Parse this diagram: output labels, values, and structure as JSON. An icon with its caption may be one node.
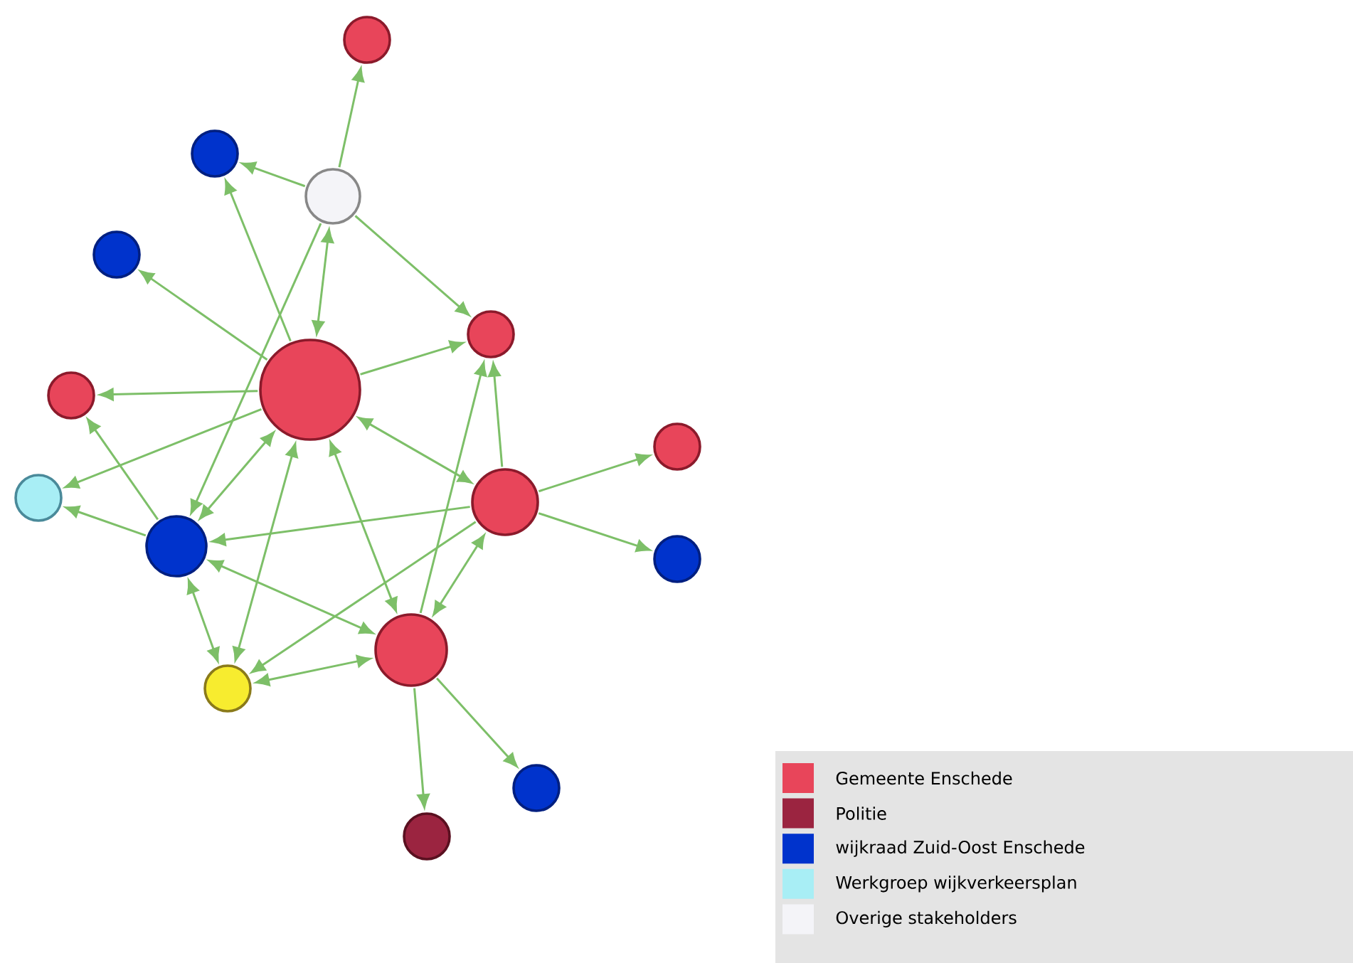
{
  "diagram": {
    "nodes": [
      {
        "text": [],
        "shape": "circle"
      },
      {
        "text": [],
        "shape": "circle"
      },
      {
        "text": [],
        "shape": "circle"
      },
      {
        "text": [],
        "shape": "circle"
      },
      {
        "text": [],
        "shape": "circle"
      },
      {
        "text": [],
        "shape": "circle"
      },
      {
        "text": [],
        "shape": "circle"
      },
      {
        "text": [],
        "shape": "circle"
      },
      {
        "text": [],
        "shape": "circle"
      },
      {
        "text": [],
        "shape": "circle"
      },
      {
        "text": [],
        "shape": "circle"
      },
      {
        "text": [],
        "shape": "circle"
      },
      {
        "text": [],
        "shape": "circle"
      },
      {
        "text": [],
        "shape": "circle"
      },
      {
        "text": [],
        "shape": "circle"
      },
      {
        "text": [],
        "shape": "circle"
      }
    ],
    "edges": [
      {
        "from": 2,
        "to": 0,
        "arrow": "to"
      },
      {
        "from": 2,
        "to": 1,
        "arrow": "to"
      },
      {
        "from": 5,
        "to": 1,
        "arrow": "to"
      },
      {
        "from": 5,
        "to": 3,
        "arrow": "to"
      },
      {
        "from": 2,
        "to": 4,
        "arrow": "to"
      },
      {
        "from": 2,
        "to": 5,
        "arrow": "both"
      },
      {
        "from": 2,
        "to": 10,
        "arrow": "to"
      },
      {
        "from": 5,
        "to": 4,
        "arrow": "to"
      },
      {
        "from": 5,
        "to": 6,
        "arrow": "to"
      },
      {
        "from": 5,
        "to": 9,
        "arrow": "to"
      },
      {
        "from": 10,
        "to": 6,
        "arrow": "to"
      },
      {
        "from": 10,
        "to": 9,
        "arrow": "to"
      },
      {
        "from": 5,
        "to": 10,
        "arrow": "both"
      },
      {
        "from": 5,
        "to": 13,
        "arrow": "both"
      },
      {
        "from": 5,
        "to": 12,
        "arrow": "both"
      },
      {
        "from": 5,
        "to": 8,
        "arrow": "both"
      },
      {
        "from": 8,
        "to": 4,
        "arrow": "to"
      },
      {
        "from": 12,
        "to": 4,
        "arrow": "to"
      },
      {
        "from": 8,
        "to": 10,
        "arrow": "to"
      },
      {
        "from": 8,
        "to": 7,
        "arrow": "to"
      },
      {
        "from": 8,
        "to": 11,
        "arrow": "to"
      },
      {
        "from": 8,
        "to": 13,
        "arrow": "to"
      },
      {
        "from": 8,
        "to": 12,
        "arrow": "both"
      },
      {
        "from": 10,
        "to": 12,
        "arrow": "both"
      },
      {
        "from": 10,
        "to": 13,
        "arrow": "both"
      },
      {
        "from": 13,
        "to": 12,
        "arrow": "both"
      },
      {
        "from": 12,
        "to": 15,
        "arrow": "to"
      },
      {
        "from": 12,
        "to": 14,
        "arrow": "to"
      }
    ],
    "legend": [
      {
        "text": "Gemeente Enschede",
        "color": "#e8455a"
      },
      {
        "text": "Politie",
        "color": "#9b2440"
      },
      {
        "text": "wijkraad Zuid-Oost Enschede",
        "color": "#0033cc"
      },
      {
        "text": "Werkgroep wijkverkeersplan",
        "color": "#a8eef5"
      },
      {
        "text": "Overige stakeholders",
        "color": "#f4f4f8"
      }
    ]
  }
}
